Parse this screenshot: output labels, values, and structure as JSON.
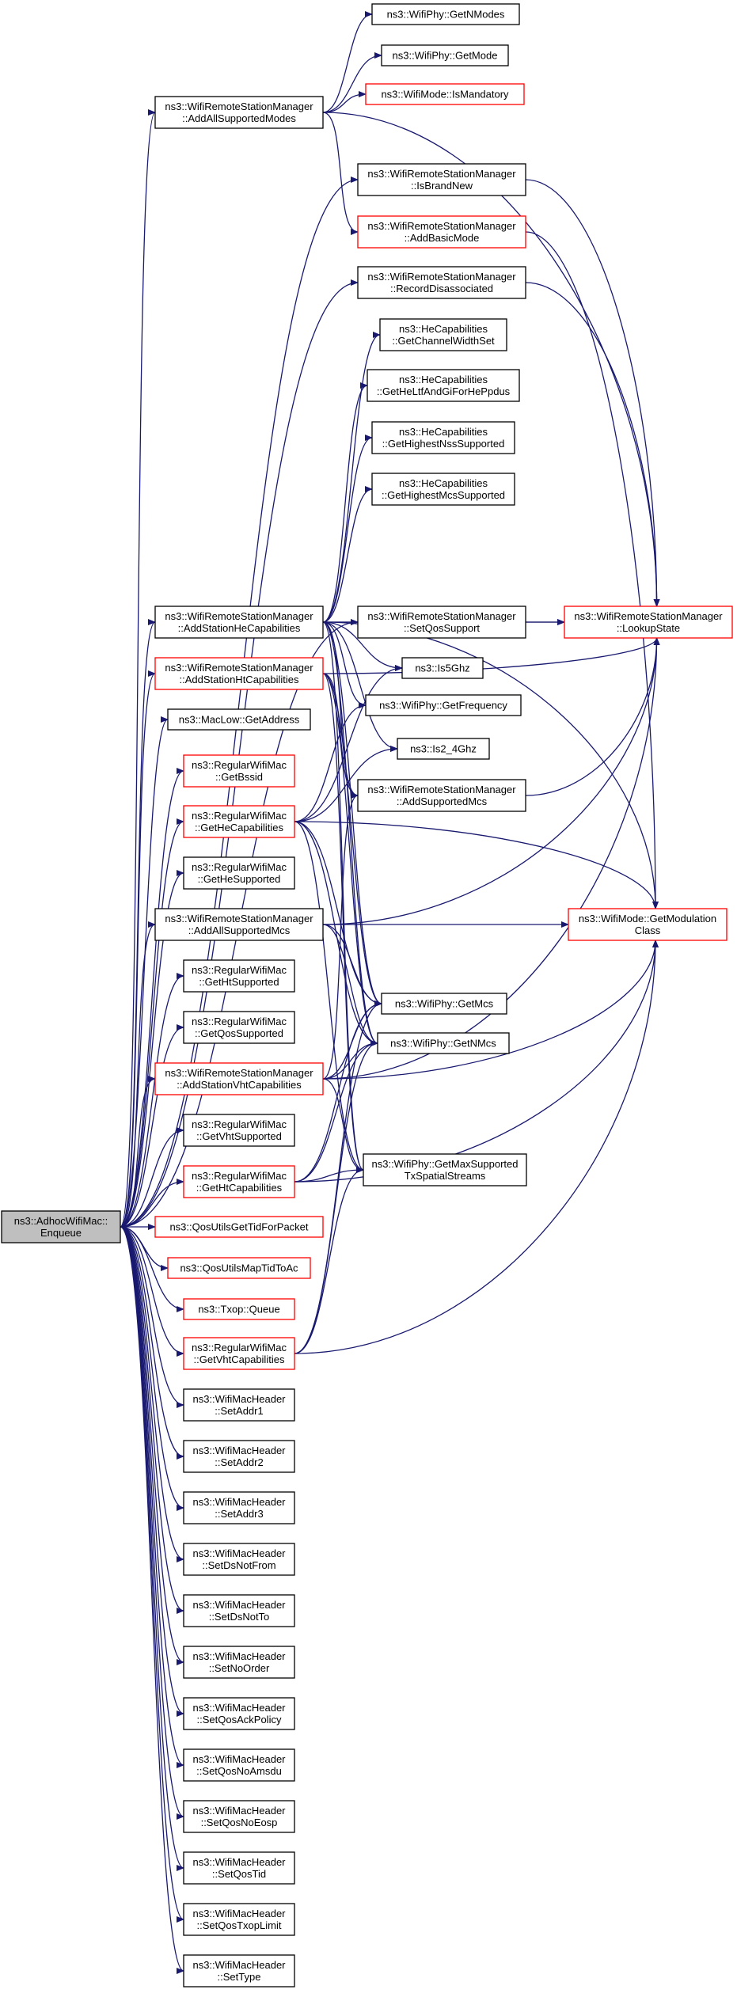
{
  "nodes": [
    {
      "id": "root",
      "lines": [
        "ns3::AdhocWifiMac::",
        "Enqueue"
      ],
      "color": "root"
    },
    {
      "id": "addAllSupportedModes",
      "lines": [
        "ns3::WifiRemoteStationManager",
        "::AddAllSupportedModes"
      ],
      "color": "black"
    },
    {
      "id": "getNModes",
      "lines": [
        "ns3::WifiPhy::GetNModes"
      ],
      "color": "black"
    },
    {
      "id": "getMode",
      "lines": [
        "ns3::WifiPhy::GetMode"
      ],
      "color": "black"
    },
    {
      "id": "isMandatory",
      "lines": [
        "ns3::WifiMode::IsMandatory"
      ],
      "color": "red"
    },
    {
      "id": "isBrandNew",
      "lines": [
        "ns3::WifiRemoteStationManager",
        "::IsBrandNew"
      ],
      "color": "black"
    },
    {
      "id": "addBasicMode",
      "lines": [
        "ns3::WifiRemoteStationManager",
        "::AddBasicMode"
      ],
      "color": "red"
    },
    {
      "id": "recordDisassociated",
      "lines": [
        "ns3::WifiRemoteStationManager",
        "::RecordDisassociated"
      ],
      "color": "black"
    },
    {
      "id": "heGetChannelWidthSet",
      "lines": [
        "ns3::HeCapabilities",
        "::GetChannelWidthSet"
      ],
      "color": "black"
    },
    {
      "id": "heGetLtf",
      "lines": [
        "ns3::HeCapabilities",
        "::GetHeLtfAndGiForHePpdus"
      ],
      "color": "black"
    },
    {
      "id": "heGetNss",
      "lines": [
        "ns3::HeCapabilities",
        "::GetHighestNssSupported"
      ],
      "color": "black"
    },
    {
      "id": "heGetMcs",
      "lines": [
        "ns3::HeCapabilities",
        "::GetHighestMcsSupported"
      ],
      "color": "black"
    },
    {
      "id": "addStationHe",
      "lines": [
        "ns3::WifiRemoteStationManager",
        "::AddStationHeCapabilities"
      ],
      "color": "black"
    },
    {
      "id": "setQosSupport",
      "lines": [
        "ns3::WifiRemoteStationManager",
        "::SetQosSupport"
      ],
      "color": "black"
    },
    {
      "id": "lookupState",
      "lines": [
        "ns3::WifiRemoteStationManager",
        "::LookupState"
      ],
      "color": "red"
    },
    {
      "id": "addStationHt",
      "lines": [
        "ns3::WifiRemoteStationManager",
        "::AddStationHtCapabilities"
      ],
      "color": "red"
    },
    {
      "id": "is5Ghz",
      "lines": [
        "ns3::Is5Ghz"
      ],
      "color": "black"
    },
    {
      "id": "macLowGetAddress",
      "lines": [
        "ns3::MacLow::GetAddress"
      ],
      "color": "black"
    },
    {
      "id": "getFrequency",
      "lines": [
        "ns3::WifiPhy::GetFrequency"
      ],
      "color": "black"
    },
    {
      "id": "getBssid",
      "lines": [
        "ns3::RegularWifiMac",
        "::GetBssid"
      ],
      "color": "red"
    },
    {
      "id": "is2_4Ghz",
      "lines": [
        "ns3::Is2_4Ghz"
      ],
      "color": "black"
    },
    {
      "id": "getHeCapabilities",
      "lines": [
        "ns3::RegularWifiMac",
        "::GetHeCapabilities"
      ],
      "color": "red"
    },
    {
      "id": "addSupportedMcs",
      "lines": [
        "ns3::WifiRemoteStationManager",
        "::AddSupportedMcs"
      ],
      "color": "black"
    },
    {
      "id": "getHeSupported",
      "lines": [
        "ns3::RegularWifiMac",
        "::GetHeSupported"
      ],
      "color": "black"
    },
    {
      "id": "addAllSupportedMcs",
      "lines": [
        "ns3::WifiRemoteStationManager",
        "::AddAllSupportedMcs"
      ],
      "color": "black"
    },
    {
      "id": "getModulationClass",
      "lines": [
        "ns3::WifiMode::GetModulation",
        "Class"
      ],
      "color": "red"
    },
    {
      "id": "getHtSupported",
      "lines": [
        "ns3::RegularWifiMac",
        "::GetHtSupported"
      ],
      "color": "black"
    },
    {
      "id": "getMcs",
      "lines": [
        "ns3::WifiPhy::GetMcs"
      ],
      "color": "black"
    },
    {
      "id": "getQosSupported",
      "lines": [
        "ns3::RegularWifiMac",
        "::GetQosSupported"
      ],
      "color": "black"
    },
    {
      "id": "getNMcs",
      "lines": [
        "ns3::WifiPhy::GetNMcs"
      ],
      "color": "black"
    },
    {
      "id": "addStationVht",
      "lines": [
        "ns3::WifiRemoteStationManager",
        "::AddStationVhtCapabilities"
      ],
      "color": "red"
    },
    {
      "id": "getVhtSupported",
      "lines": [
        "ns3::RegularWifiMac",
        "::GetVhtSupported"
      ],
      "color": "black"
    },
    {
      "id": "getMaxSupportedTx",
      "lines": [
        "ns3::WifiPhy::GetMaxSupported",
        "TxSpatialStreams"
      ],
      "color": "black"
    },
    {
      "id": "getHtCapabilities",
      "lines": [
        "ns3::RegularWifiMac",
        "::GetHtCapabilities"
      ],
      "color": "red"
    },
    {
      "id": "qosGetTid",
      "lines": [
        "ns3::QosUtilsGetTidForPacket"
      ],
      "color": "red"
    },
    {
      "id": "qosMapTid",
      "lines": [
        "ns3::QosUtilsMapTidToAc"
      ],
      "color": "red"
    },
    {
      "id": "txopQueue",
      "lines": [
        "ns3::Txop::Queue"
      ],
      "color": "red"
    },
    {
      "id": "getVhtCapabilities",
      "lines": [
        "ns3::RegularWifiMac",
        "::GetVhtCapabilities"
      ],
      "color": "red"
    },
    {
      "id": "setAddr1",
      "lines": [
        "ns3::WifiMacHeader",
        "::SetAddr1"
      ],
      "color": "black"
    },
    {
      "id": "setAddr2",
      "lines": [
        "ns3::WifiMacHeader",
        "::SetAddr2"
      ],
      "color": "black"
    },
    {
      "id": "setAddr3",
      "lines": [
        "ns3::WifiMacHeader",
        "::SetAddr3"
      ],
      "color": "black"
    },
    {
      "id": "setDsNotFrom",
      "lines": [
        "ns3::WifiMacHeader",
        "::SetDsNotFrom"
      ],
      "color": "black"
    },
    {
      "id": "setDsNotTo",
      "lines": [
        "ns3::WifiMacHeader",
        "::SetDsNotTo"
      ],
      "color": "black"
    },
    {
      "id": "setNoOrder",
      "lines": [
        "ns3::WifiMacHeader",
        "::SetNoOrder"
      ],
      "color": "black"
    },
    {
      "id": "setQosAckPolicy",
      "lines": [
        "ns3::WifiMacHeader",
        "::SetQosAckPolicy"
      ],
      "color": "black"
    },
    {
      "id": "setQosNoAmsdu",
      "lines": [
        "ns3::WifiMacHeader",
        "::SetQosNoAmsdu"
      ],
      "color": "black"
    },
    {
      "id": "setQosNoEosp",
      "lines": [
        "ns3::WifiMacHeader",
        "::SetQosNoEosp"
      ],
      "color": "black"
    },
    {
      "id": "setQosTid",
      "lines": [
        "ns3::WifiMacHeader",
        "::SetQosTid"
      ],
      "color": "black"
    },
    {
      "id": "setQosTxopLimit",
      "lines": [
        "ns3::WifiMacHeader",
        "::SetQosTxopLimit"
      ],
      "color": "black"
    },
    {
      "id": "setType",
      "lines": [
        "ns3::WifiMacHeader",
        "::SetType"
      ],
      "color": "black"
    }
  ],
  "edges": [
    [
      "root",
      "addAllSupportedModes"
    ],
    [
      "root",
      "isBrandNew"
    ],
    [
      "root",
      "recordDisassociated"
    ],
    [
      "root",
      "addStationHe"
    ],
    [
      "root",
      "addStationHt"
    ],
    [
      "root",
      "macLowGetAddress"
    ],
    [
      "root",
      "getBssid"
    ],
    [
      "root",
      "getHeCapabilities"
    ],
    [
      "root",
      "getHeSupported"
    ],
    [
      "root",
      "addAllSupportedMcs"
    ],
    [
      "root",
      "getHtSupported"
    ],
    [
      "root",
      "getQosSupported"
    ],
    [
      "root",
      "addStationVht"
    ],
    [
      "root",
      "getVhtSupported"
    ],
    [
      "root",
      "getHtCapabilities"
    ],
    [
      "root",
      "qosGetTid"
    ],
    [
      "root",
      "qosMapTid"
    ],
    [
      "root",
      "txopQueue"
    ],
    [
      "root",
      "getVhtCapabilities"
    ],
    [
      "root",
      "setAddr1"
    ],
    [
      "root",
      "setAddr2"
    ],
    [
      "root",
      "setAddr3"
    ],
    [
      "root",
      "setDsNotFrom"
    ],
    [
      "root",
      "setDsNotTo"
    ],
    [
      "root",
      "setNoOrder"
    ],
    [
      "root",
      "setQosAckPolicy"
    ],
    [
      "root",
      "setQosNoAmsdu"
    ],
    [
      "root",
      "setQosNoEosp"
    ],
    [
      "root",
      "setQosTid"
    ],
    [
      "root",
      "setQosTxopLimit"
    ],
    [
      "root",
      "setType"
    ],
    [
      "root",
      "setQosSupport"
    ],
    [
      "addAllSupportedModes",
      "getNModes"
    ],
    [
      "addAllSupportedModes",
      "getMode"
    ],
    [
      "addAllSupportedModes",
      "isMandatory"
    ],
    [
      "addAllSupportedModes",
      "addBasicMode"
    ],
    [
      "addAllSupportedModes",
      "lookupState"
    ],
    [
      "isBrandNew",
      "lookupState"
    ],
    [
      "addBasicMode",
      "getModulationClass"
    ],
    [
      "recordDisassociated",
      "lookupState"
    ],
    [
      "addStationHe",
      "heGetChannelWidthSet"
    ],
    [
      "addStationHe",
      "heGetLtf"
    ],
    [
      "addStationHe",
      "heGetNss"
    ],
    [
      "addStationHe",
      "heGetMcs"
    ],
    [
      "addStationHe",
      "lookupState"
    ],
    [
      "addStationHe",
      "getModulationClass"
    ],
    [
      "addStationHe",
      "setQosSupport"
    ],
    [
      "addStationHe",
      "is5Ghz"
    ],
    [
      "addStationHe",
      "getFrequency"
    ],
    [
      "addStationHe",
      "is2_4Ghz"
    ],
    [
      "addStationHe",
      "addSupportedMcs"
    ],
    [
      "addStationHe",
      "getMcs"
    ],
    [
      "addStationHe",
      "getNMcs"
    ],
    [
      "addStationHe",
      "getMaxSupportedTx"
    ],
    [
      "setQosSupport",
      "lookupState"
    ],
    [
      "addStationHt",
      "lookupState"
    ],
    [
      "addStationHt",
      "getMcs"
    ],
    [
      "addStationHt",
      "getNMcs"
    ],
    [
      "addStationHt",
      "getMaxSupportedTx"
    ],
    [
      "addStationHt",
      "addSupportedMcs"
    ],
    [
      "getHeCapabilities",
      "is5Ghz"
    ],
    [
      "getHeCapabilities",
      "getFrequency"
    ],
    [
      "getHeCapabilities",
      "is2_4Ghz"
    ],
    [
      "getHeCapabilities",
      "getMcs"
    ],
    [
      "getHeCapabilities",
      "getNMcs"
    ],
    [
      "getHeCapabilities",
      "getMaxSupportedTx"
    ],
    [
      "getHeCapabilities",
      "getModulationClass"
    ],
    [
      "addSupportedMcs",
      "lookupState"
    ],
    [
      "addAllSupportedMcs",
      "getMcs"
    ],
    [
      "addAllSupportedMcs",
      "getNMcs"
    ],
    [
      "addAllSupportedMcs",
      "getModulationClass"
    ],
    [
      "addAllSupportedMcs",
      "lookupState"
    ],
    [
      "addStationVht",
      "getMcs"
    ],
    [
      "addStationVht",
      "getNMcs"
    ],
    [
      "addStationVht",
      "getMaxSupportedTx"
    ],
    [
      "addStationVht",
      "getModulationClass"
    ],
    [
      "addStationVht",
      "lookupState"
    ],
    [
      "addStationVht",
      "addSupportedMcs"
    ],
    [
      "getHtCapabilities",
      "getMcs"
    ],
    [
      "getHtCapabilities",
      "getNMcs"
    ],
    [
      "getHtCapabilities",
      "getMaxSupportedTx"
    ],
    [
      "getHtCapabilities",
      "getModulationClass"
    ],
    [
      "getVhtCapabilities",
      "getMcs"
    ],
    [
      "getVhtCapabilities",
      "getNMcs"
    ],
    [
      "getVhtCapabilities",
      "getMaxSupportedTx"
    ],
    [
      "getVhtCapabilities",
      "getModulationClass"
    ]
  ],
  "colors": {
    "edge": "#191970",
    "red_border": "#ff0000",
    "root_fill": "#bfbfbf"
  }
}
